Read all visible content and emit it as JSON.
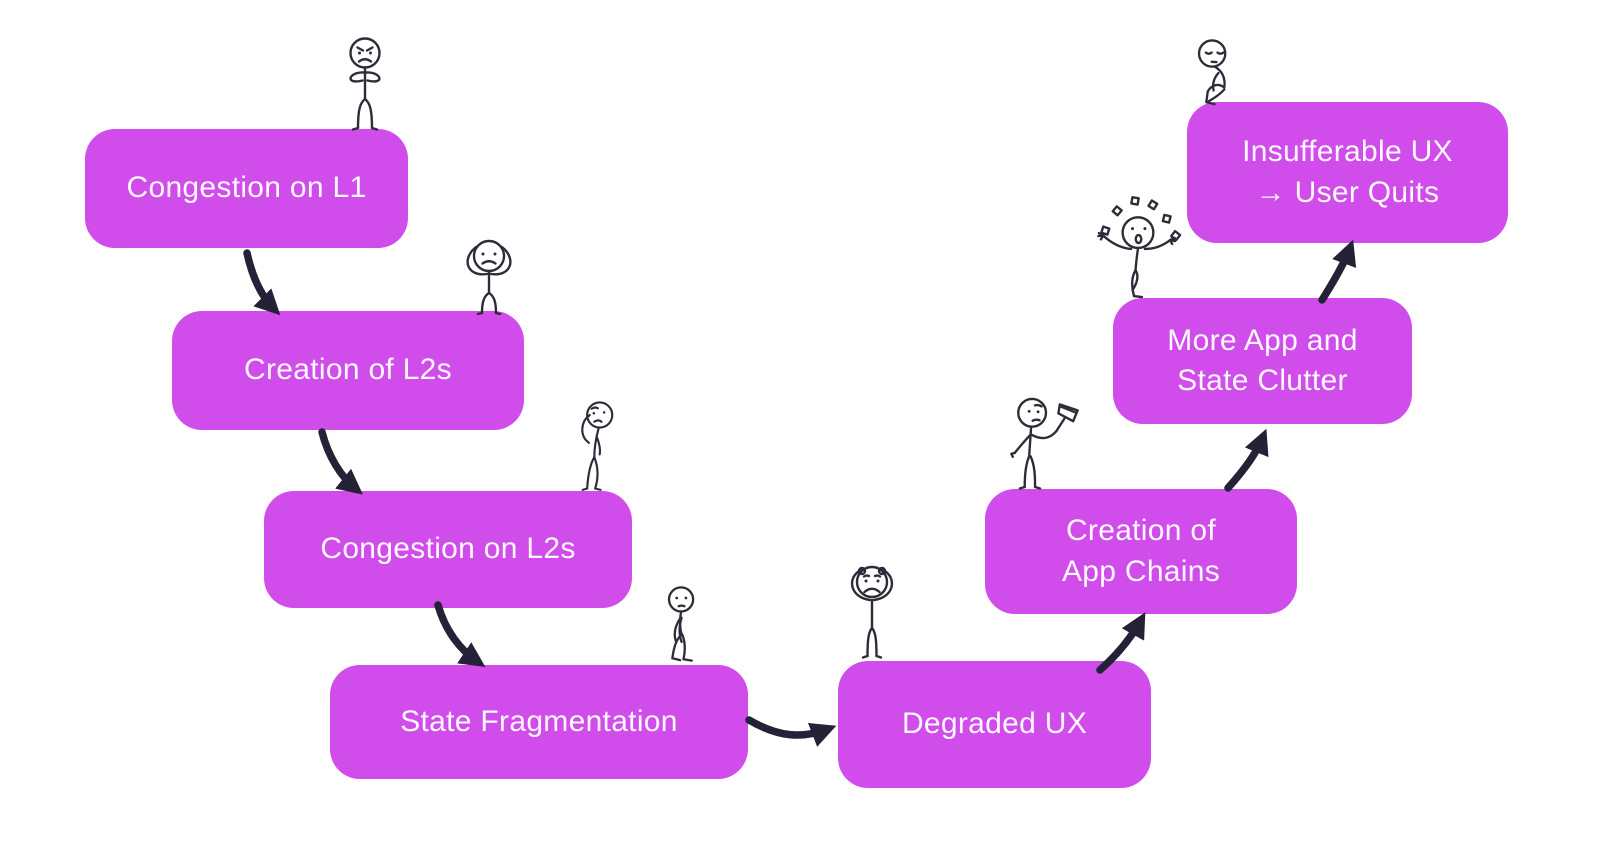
{
  "diagram": {
    "type": "flowchart",
    "description": "Hand-drawn style cascade of rounded nodes forming a V shape with stick figures standing on each node",
    "colors": {
      "background": "#ffffff",
      "node_fill": "#d04ceb",
      "node_text": "#fdf8fe",
      "arrow": "#242236",
      "figure_stroke": "#2e2c38"
    },
    "nodes": [
      {
        "id": "congestion-on-l1",
        "label": "Congestion on L1",
        "figure": "angry-stick-figure"
      },
      {
        "id": "creation-of-l2s",
        "label": "Creation of L2s",
        "figure": "worried-hands-on-head-stick-figure"
      },
      {
        "id": "congestion-on-l2s",
        "label": "Congestion on L2s",
        "figure": "thinking-hand-on-chin-stick-figure"
      },
      {
        "id": "state-fragmentation",
        "label": "State Fragmentation",
        "figure": "dejected-slouching-stick-figure"
      },
      {
        "id": "degraded-ux",
        "label": "Degraded UX",
        "figure": "distressed-clutching-head-stick-figure"
      },
      {
        "id": "creation-of-app-chains",
        "label": "Creation of\nApp Chains",
        "figure": "builder-with-hammer-stick-figure"
      },
      {
        "id": "more-app-and-state-clutter",
        "label": "More App and\nState Clutter",
        "figure": "juggling-stick-figure"
      },
      {
        "id": "insufferable-ux-user-quits",
        "label": "Insufferable UX\n→ User Quits",
        "figure": "slumped-sitting-stick-figure"
      }
    ],
    "edges": [
      {
        "from": "congestion-on-l1",
        "to": "creation-of-l2s"
      },
      {
        "from": "creation-of-l2s",
        "to": "congestion-on-l2s"
      },
      {
        "from": "congestion-on-l2s",
        "to": "state-fragmentation"
      },
      {
        "from": "state-fragmentation",
        "to": "degraded-ux"
      },
      {
        "from": "degraded-ux",
        "to": "creation-of-app-chains"
      },
      {
        "from": "creation-of-app-chains",
        "to": "more-app-and-state-clutter"
      },
      {
        "from": "more-app-and-state-clutter",
        "to": "insufferable-ux-user-quits"
      }
    ]
  }
}
